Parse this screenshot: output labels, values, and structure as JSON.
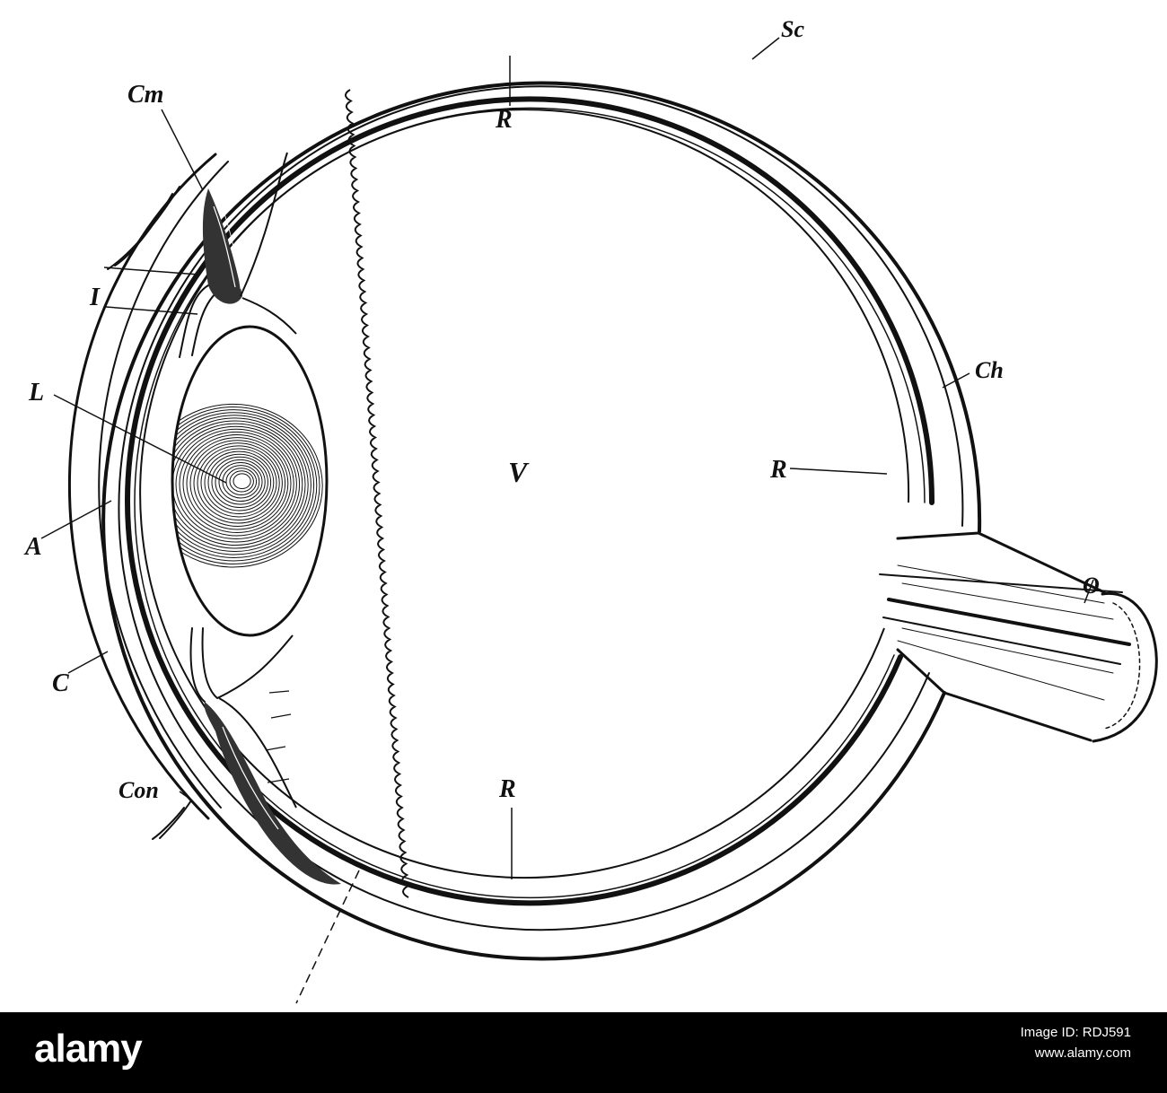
{
  "figure": {
    "labels": {
      "sc": "Sc",
      "cm": "Cm",
      "r_top": "R",
      "i": "I",
      "l": "L",
      "ch": "Ch",
      "v": "V",
      "r_right": "R",
      "a": "A",
      "o": "O",
      "c": "C",
      "con": "Con",
      "r_bottom": "R"
    }
  },
  "banner": {
    "brand": "alamy",
    "image_id_label": "Image ID: RDJ591",
    "url": "www.alamy.com"
  },
  "colors": {
    "ink": "#111111",
    "paper": "#ffffff",
    "banner": "#000000"
  }
}
